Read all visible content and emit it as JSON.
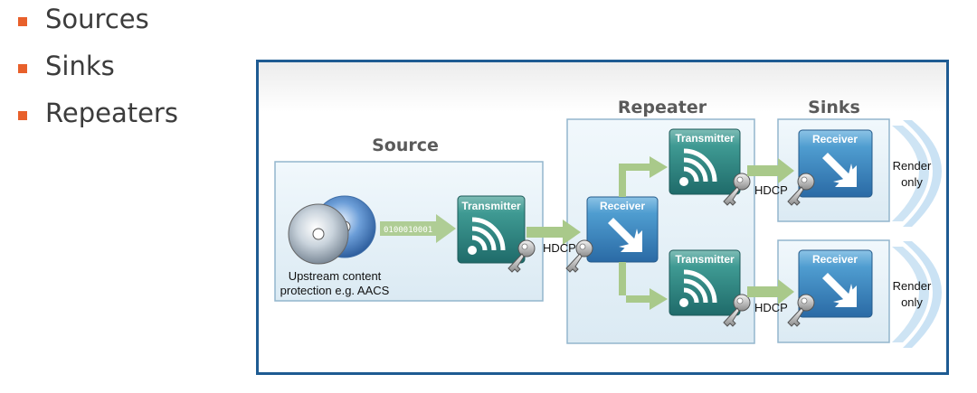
{
  "bullets": [
    "Sources",
    "Sinks",
    "Repeaters"
  ],
  "diagram": {
    "titles": {
      "source": "Source",
      "repeater": "Repeater",
      "sinks": "Sinks"
    },
    "disc_caption": [
      "Upstream content",
      "protection e.g. AACS"
    ],
    "bitstream": "0100010001",
    "transmitter_label": "Transmitter",
    "receiver_label": "Receiver",
    "hdcp_label": "HDCP",
    "render_label": [
      "Render",
      "only"
    ]
  },
  "colors": {
    "bullet": "#e8602b",
    "frame_border": "#1e5b92",
    "panel_fill": "#e6f1f8",
    "device_teal": "#2d8a85",
    "receiver_blue": "#3f8fc6",
    "arrow_green": "#a9c98a"
  }
}
